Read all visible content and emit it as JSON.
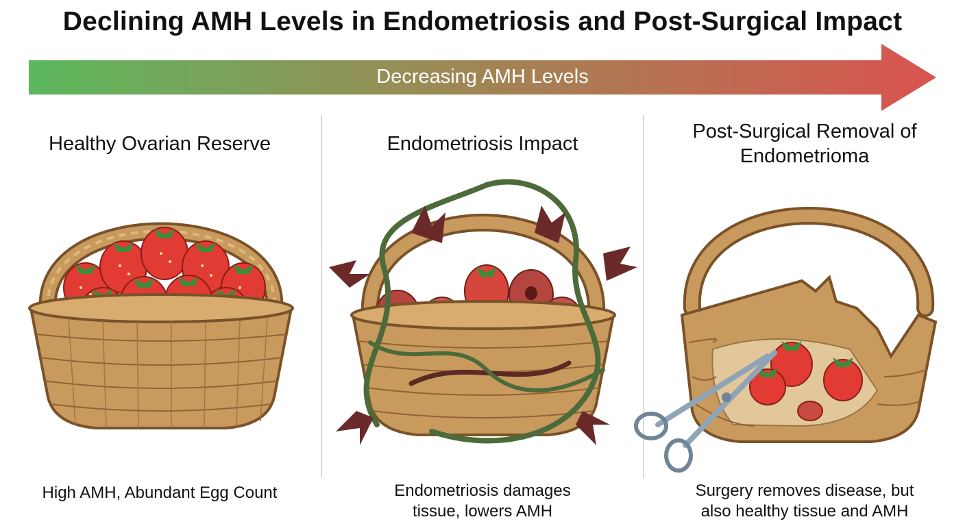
{
  "title": "Declining AMH Levels in Endometriosis and Post-Surgical Impact",
  "arrow": {
    "label": "Decreasing AMH Levels",
    "color_start": "#5cb85c",
    "color_mid": "#9b8a55",
    "color_end": "#d9534f"
  },
  "panels": [
    {
      "id": "healthy",
      "title": "Healthy Ovarian Reserve",
      "caption_line1": "High AMH, Abundant Egg Count",
      "caption_line2": ""
    },
    {
      "id": "endometriosis",
      "title": "Endometriosis Impact",
      "caption_line1": "Endometriosis damages",
      "caption_line2": "tissue, lowers AMH"
    },
    {
      "id": "post-surgical",
      "title_line1": "Post-Surgical Removal of",
      "title_line2": "Endometrioma",
      "caption_line1": "Surgery removes disease, but",
      "caption_line2": "also healthy tissue and AMH"
    }
  ],
  "colors": {
    "basket": "#c99a5e",
    "basket_dark": "#7a5228",
    "strawberry": "#e23b33",
    "strawberry_damaged": "#b4463f",
    "leaf": "#3f8a3a",
    "vine": "#4d6b3a",
    "thorn_leaf": "#6b2a2a",
    "scissors": "#8fa4b8"
  }
}
